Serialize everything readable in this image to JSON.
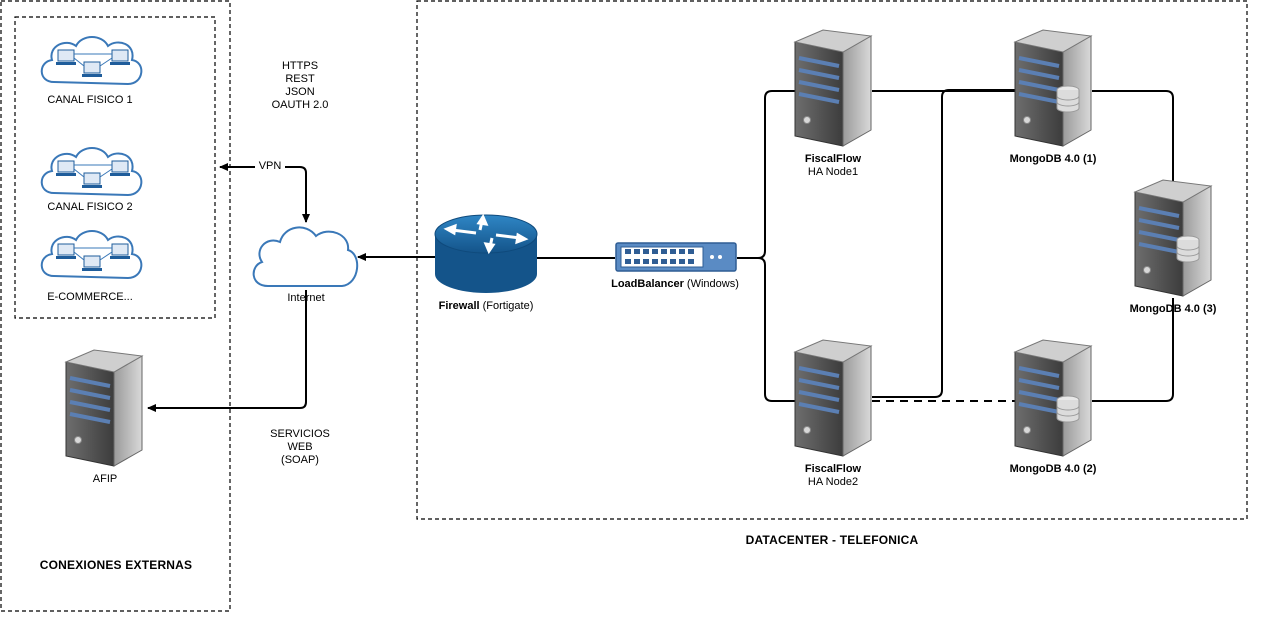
{
  "containers": {
    "external": "CONEXIONES EXTERNAS",
    "datacenter": "DATACENTER - TELEFONICA"
  },
  "channels": [
    {
      "label": "CANAL FISICO 1"
    },
    {
      "label": "CANAL FISICO 2"
    },
    {
      "label": "E-COMMERCE..."
    }
  ],
  "afip": {
    "label": "AFIP"
  },
  "internet": {
    "label": "Internet"
  },
  "protocols": {
    "api": [
      "HTTPS",
      "REST",
      "JSON",
      "OAUTH 2.0"
    ],
    "vpn": "VPN",
    "soap": [
      "SERVICIOS",
      "WEB",
      "(SOAP)"
    ]
  },
  "firewall": {
    "name": "Firewall",
    "detail": "(Fortigate)"
  },
  "loadbalancer": {
    "name": "LoadBalancer",
    "detail": "(Windows)"
  },
  "nodes": [
    {
      "name": "FiscalFlow",
      "detail": "HA Node1"
    },
    {
      "name": "FiscalFlow",
      "detail": "HA Node2"
    }
  ],
  "mongo": [
    {
      "name": "MongoDB 4.0 (1)"
    },
    {
      "name": "MongoDB 4.0 (2)"
    },
    {
      "name": "MongoDB 4.0 (3)"
    }
  ],
  "colors": {
    "server_body": "#4d4d4d",
    "server_stripe": "#5b7fb3",
    "router": "#1f6fae",
    "switch": "#5a8bc4",
    "cloud_stroke": "#3a78b8",
    "line": "#000000"
  }
}
